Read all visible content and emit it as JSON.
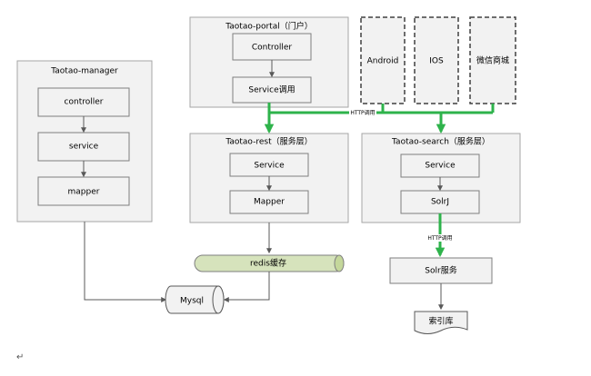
{
  "manager": {
    "title": "Taotao-manager",
    "controller": "controller",
    "service": "service",
    "mapper": "mapper"
  },
  "portal": {
    "title": "Taotao-portal（门户）",
    "controller": "Controller",
    "service": "Service调用"
  },
  "clients": {
    "android": "Android",
    "ios": "IOS",
    "wechat": "微信商城"
  },
  "rest": {
    "title": "Taotao-rest（服务层）",
    "service": "Service",
    "mapper": "Mapper"
  },
  "search": {
    "title": "Taotao-search（服务层）",
    "service": "Service",
    "solrj": "SolrJ"
  },
  "http_label_top": "HTTP调用",
  "http_label_solr": "HTTP调用",
  "redis": "redis缓存",
  "mysql": "Mysql",
  "solr_service": "Solr服务",
  "index_lib": "索引库",
  "return_mark": "↵",
  "colors": {
    "arrow_green": "#2eb34b",
    "redis_fill": "#d6e3bc",
    "box_fill": "#f2f2f2"
  }
}
